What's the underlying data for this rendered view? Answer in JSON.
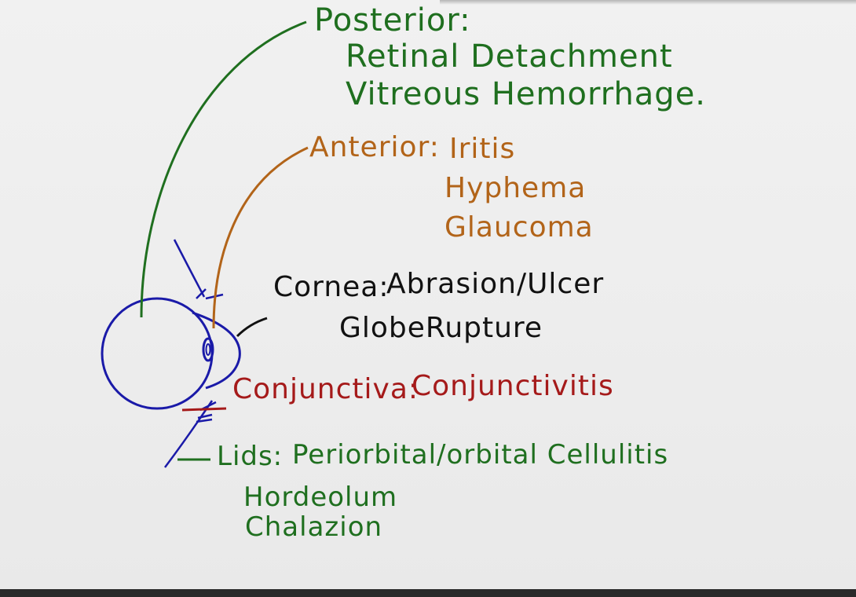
{
  "colors": {
    "posterior": "#1f6f1f",
    "anterior": "#b26419",
    "cornea": "#111111",
    "conjunctiva": "#a51a1a",
    "lids": "#1f6f1f",
    "eye": "#1a1aa8"
  },
  "posterior": {
    "heading": "Posterior:",
    "items": [
      "Retinal Detachment",
      "Vitreous Hemorrhage."
    ]
  },
  "anterior": {
    "heading": "Anterior:",
    "items": [
      "Iritis",
      "Hyphema",
      "Glaucoma"
    ]
  },
  "cornea": {
    "heading": "Cornea:",
    "items": [
      "Abrasion/Ulcer",
      "GlobeRupture"
    ]
  },
  "conjunctiva": {
    "heading": "Conjunctiva:",
    "items": [
      "Conjunctivitis"
    ]
  },
  "lids": {
    "heading": "Lids:",
    "items": [
      "Periorbital/orbital Cellulitis",
      "Hordeolum",
      "Chalazion"
    ]
  }
}
